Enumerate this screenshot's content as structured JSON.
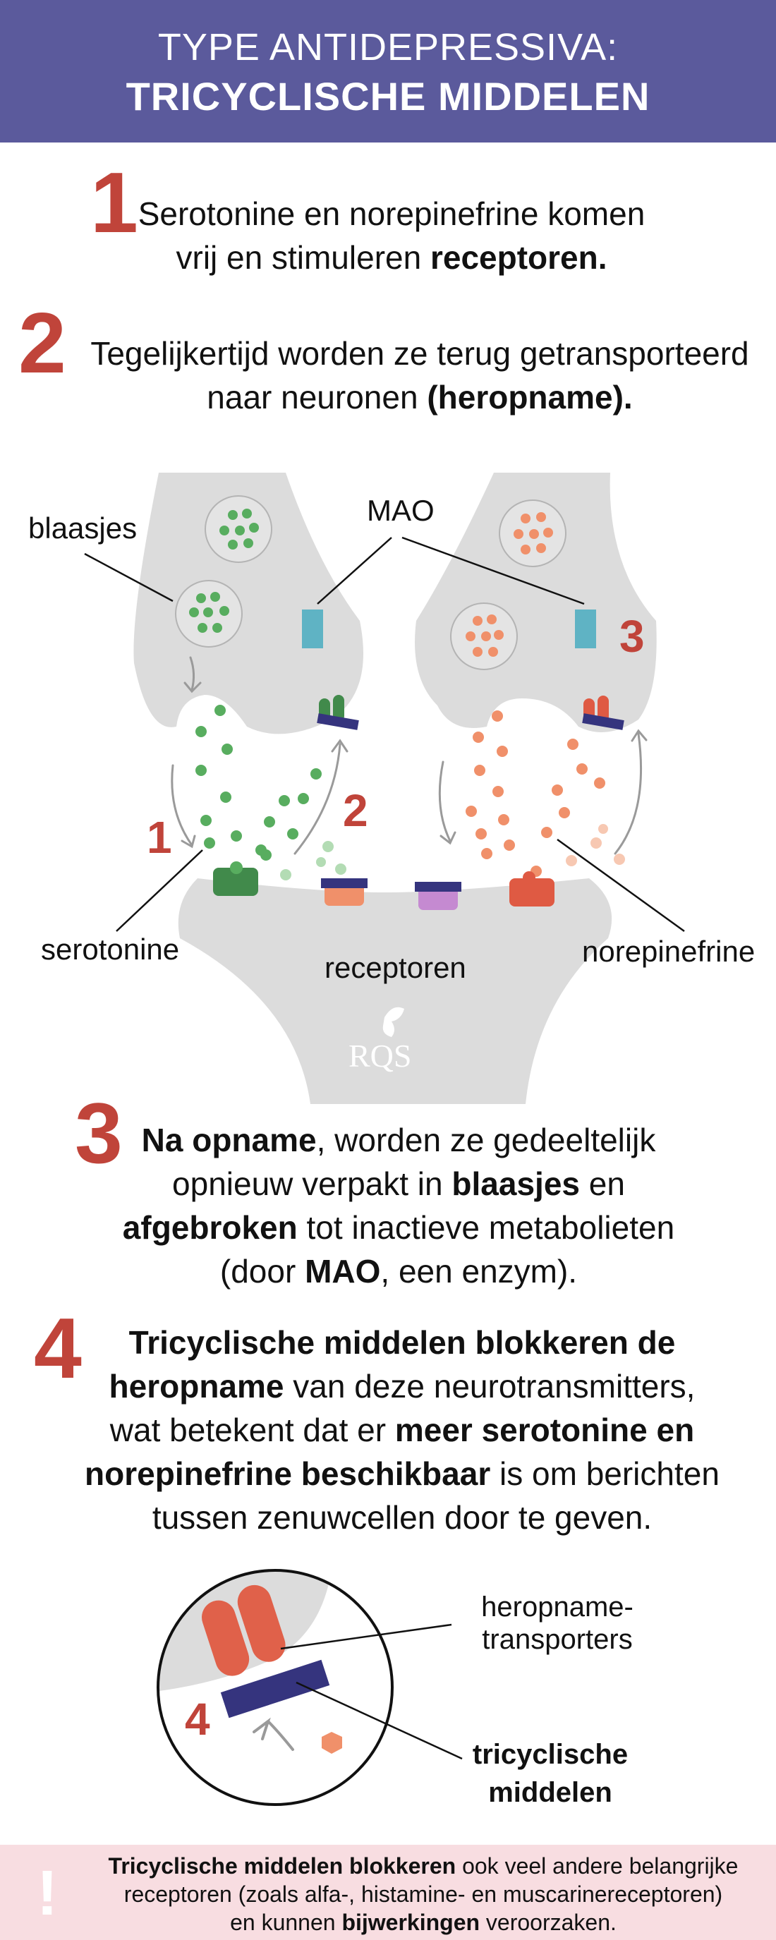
{
  "header": {
    "line1": "TYPE ANTIDEPRESSIVA:",
    "line2": "TRICYCLISCHE MIDDELEN"
  },
  "steps": {
    "s1": {
      "num": "1",
      "a": "Serotonine en norepinefrine komen",
      "b": "vrij en stimuleren ",
      "b_bold": "receptoren."
    },
    "s2": {
      "num": "2",
      "a": "Tegelijkertijd worden ze terug getransporteerd",
      "b": "naar neuronen ",
      "b_bold": "(heropname)."
    },
    "s3": {
      "num": "3",
      "a_bold": "Na opname",
      "a": ", worden ze gedeeltelijk",
      "b": "opnieuw verpakt in ",
      "b_bold": "blaasjes",
      "b2": " en",
      "c_bold": "afgebroken",
      "c": " tot inactieve metabolieten",
      "d": "(door ",
      "d_bold": "MAO",
      "d2": ", een enzym)."
    },
    "s4": {
      "num": "4",
      "a_bold": "Tricyclische middelen blokkeren de",
      "b_bold": "heropname",
      "b": " van deze neurotransmitters,",
      "c": "wat betekent dat er ",
      "c_bold": "meer serotonine en",
      "d_bold": "norepinefrine beschikbaar",
      "d": " is om berichten",
      "e": "tussen zenuwcellen door te geven."
    }
  },
  "diagram": {
    "labels": {
      "vesicles": "blaasjes",
      "mao": "MAO",
      "serotonin": "serotonine",
      "receptors": "receptoren",
      "norepinephrine": "norepinefrine"
    },
    "markers": [
      "1",
      "2",
      "3"
    ],
    "logo": "RQS"
  },
  "zoom": {
    "label_transporters_1": "heropname-",
    "label_transporters_2": "transporters",
    "label_tca_1": "tricyclische",
    "label_tca_2": "middelen",
    "marker": "4"
  },
  "alert": {
    "icon": "!",
    "bold1": "Tricyclische middelen blokkeren",
    "t1": " ook veel andere belangrijke",
    "t2": "receptoren (zoals alfa-, histamine- en muscarinereceptoren)",
    "t3": "en kunnen ",
    "bold3": "bijwerkingen",
    "t4": " veroorzaken."
  },
  "colors": {
    "header": "#5b5a9c",
    "accent": "#c0443a",
    "serotonin": "#58ad5f",
    "norepinephrine": "#f0906a",
    "neuron": "#dcdcdc",
    "mao": "#5fb3c4"
  }
}
